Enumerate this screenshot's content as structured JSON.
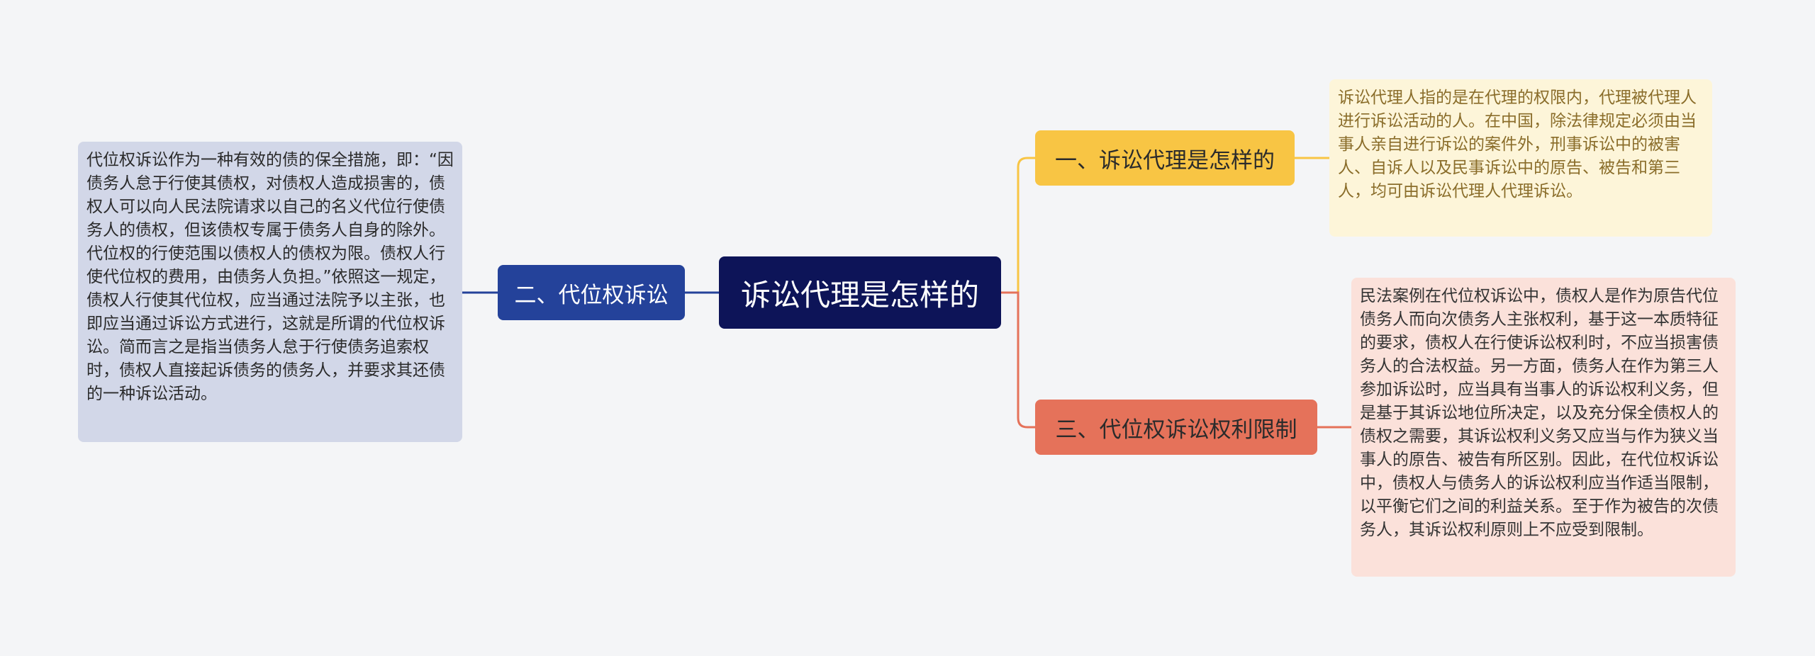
{
  "mindmap": {
    "root": {
      "label": "诉讼代理是怎样的"
    },
    "branches": [
      {
        "label": "一、诉讼代理是怎样的",
        "color": "#f8c544",
        "detail": "诉讼代理人指的是在代理的权限内，代理被代理人进行诉讼活动的人。在中国，除法律规定必须由当事人亲自进行诉讼的案件外，刑事诉讼中的被害人、自诉人以及民事诉讼中的原告、被告和第三人，均可由诉讼代理人代理诉讼。"
      },
      {
        "label": "二、代位权诉讼",
        "color": "#24429a",
        "detail": "代位权诉讼作为一种有效的债的保全措施，即：“因债务人怠于行使其债权，对债权人造成损害的，债权人可以向人民法院请求以自己的名义代位行使债务人的债权，但该债权专属于债务人自身的除外。代位权的行使范围以债权人的债权为限。债权人行使代位权的费用，由债务人负担。”依照这一规定，债权人行使其代位权，应当通过法院予以主张，也即应当通过诉讼方式进行，这就是所谓的代位权诉讼。简而言之是指当债务人怠于行使债务追索权时，债权人直接起诉债务的债务人，并要求其还债的一种诉讼活动。"
      },
      {
        "label": "三、代位权诉讼权利限制",
        "color": "#e5725a",
        "detail": "民法案例在代位权诉讼中，债权人是作为原告代位债务人而向次债务人主张权利，基于这一本质特征的要求，债权人在行使诉讼权利时，不应当损害债务人的合法权益。另一方面，债务人在作为第三人参加诉讼时，应当具有当事人的诉讼权利义务，但是基于其诉讼地位所决定，以及充分保全债权人的债权之需要，其诉讼权利义务又应当与作为狭义当事人的原告、被告有所区别。因此，在代位权诉讼中，债权人与债务人的诉讼权利应当作适当限制，以平衡它们之间的利益关系。至于作为被告的次债务人，其诉讼权利原则上不应受到限制。"
      }
    ]
  }
}
